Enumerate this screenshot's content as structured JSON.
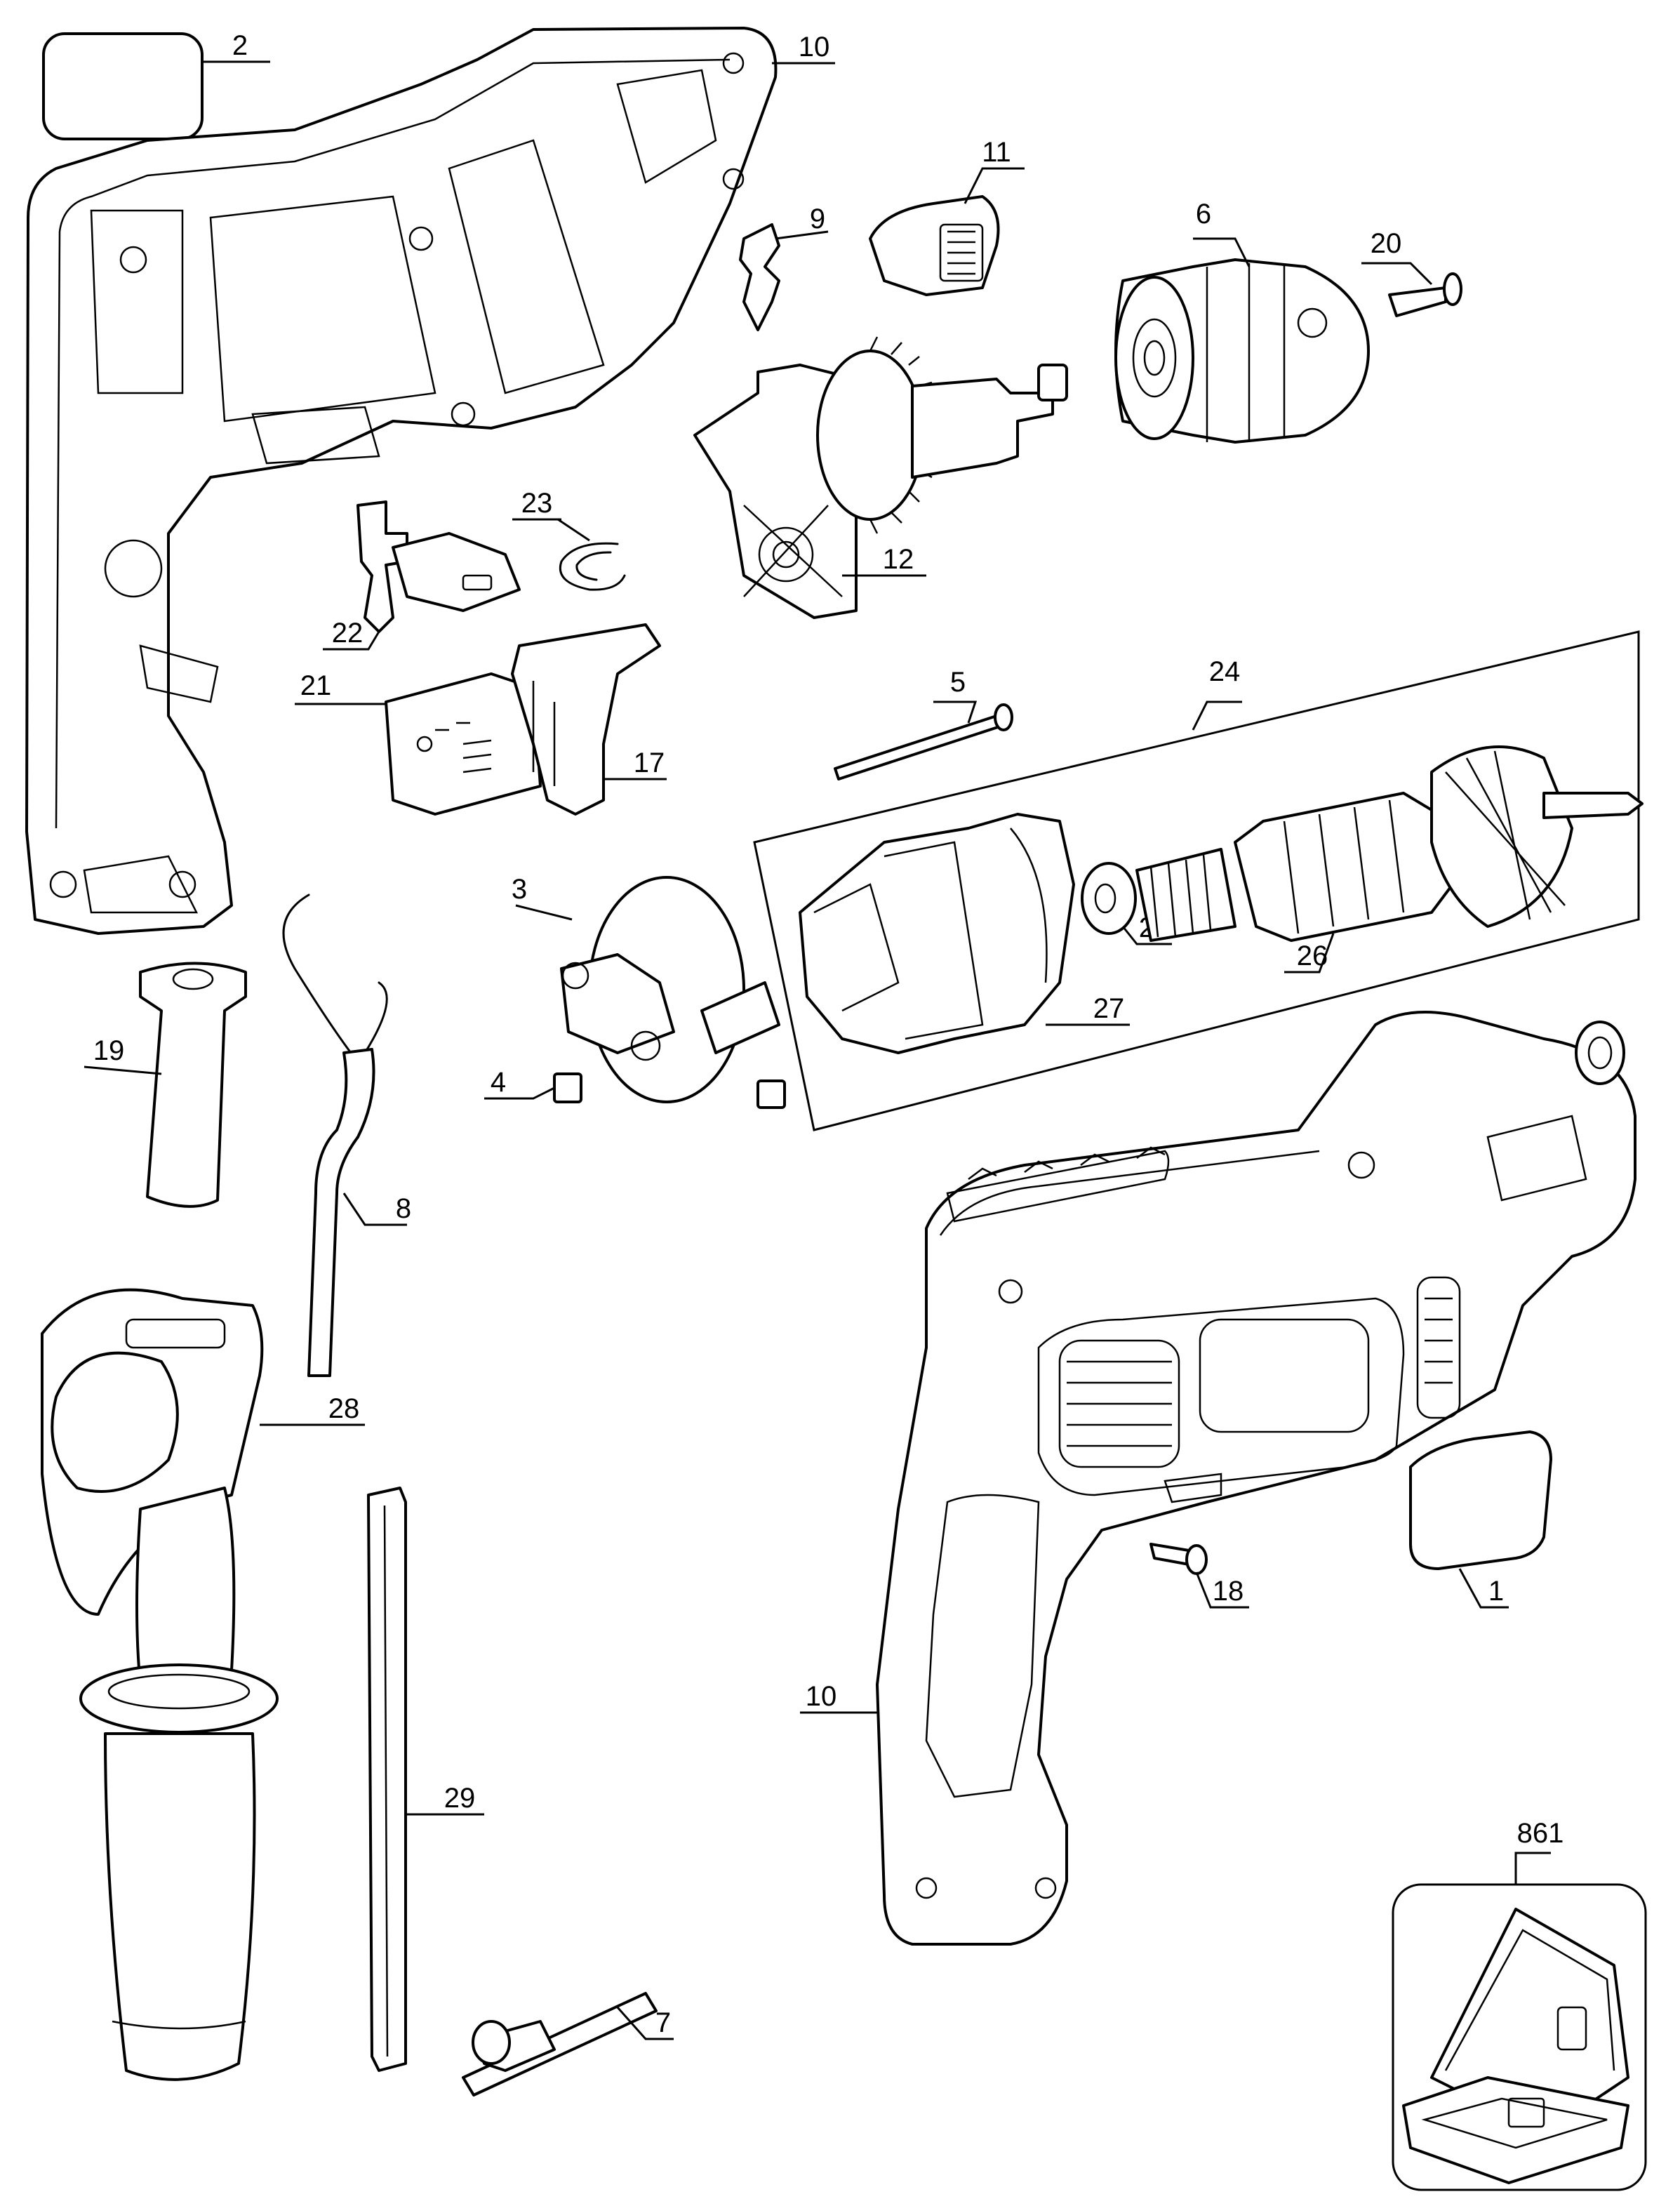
{
  "callouts": {
    "c1": "1",
    "c2": "2",
    "c3": "3",
    "c4": "4",
    "c5": "5",
    "c6": "6",
    "c7": "7",
    "c8": "8",
    "c9": "9",
    "c10_top": "10",
    "c10_bottom": "10",
    "c11": "11",
    "c12": "12",
    "c17": "17",
    "c18": "18",
    "c19": "19",
    "c20": "20",
    "c21": "21",
    "c22": "22",
    "c23": "23",
    "c24": "24",
    "c25": "25",
    "c26": "26",
    "c27": "27",
    "c28": "28",
    "c29": "29",
    "c861": "861"
  }
}
